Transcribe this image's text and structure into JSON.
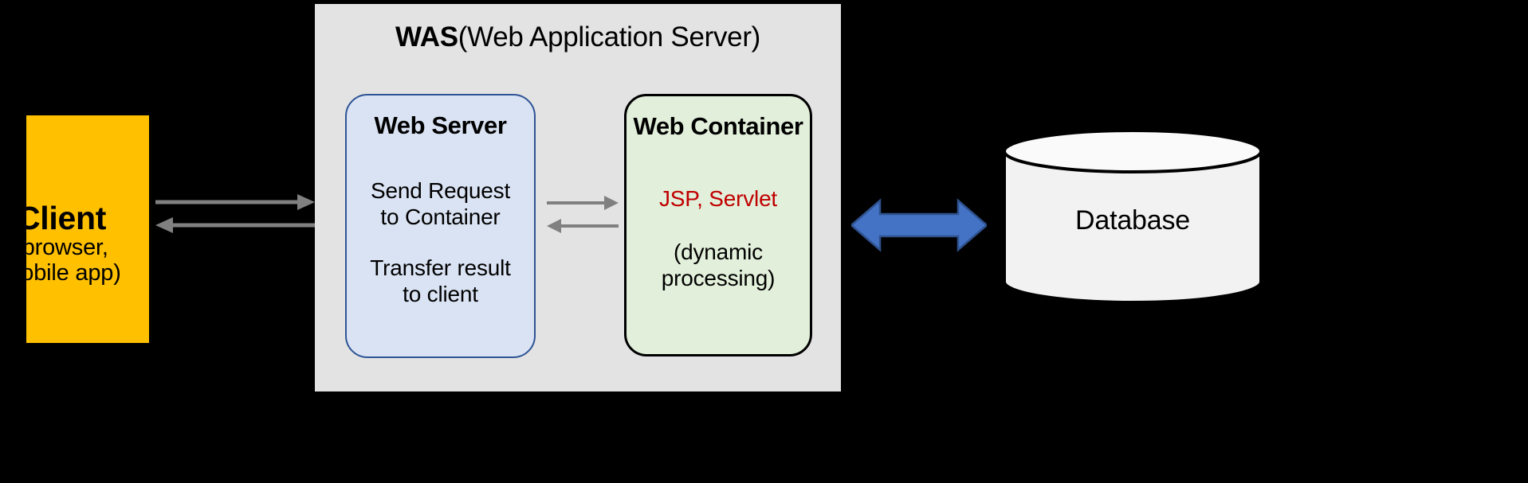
{
  "diagram": {
    "title_text": "WAS (Web Application Server)",
    "background_color": "#000000",
    "client": {
      "name": "Client",
      "subtitle_line1": "(browser,",
      "subtitle_line2": "Mobile app)",
      "fill_color": "#FFC000"
    },
    "was": {
      "title_bold": "WAS",
      "title_regular": "(Web Application Server)",
      "fill_color": "#E3E3E3"
    },
    "web_server": {
      "title": "Web Server",
      "line1": "Send Request",
      "line2": "to Container",
      "line3": "Transfer result",
      "line4": "to client",
      "fill_color": "#DAE3F3",
      "border_color": "#2E5496"
    },
    "web_container": {
      "title": "Web Container",
      "tech_line": "JSP, Servlet",
      "tech_color": "#C00000",
      "note_line1": "(dynamic",
      "note_line2": "processing)",
      "fill_color": "#E2EFDA",
      "border_color": "#000000"
    },
    "database": {
      "name": "Database",
      "fill_color": "#F2F2F2",
      "border_color": "#000000"
    },
    "connectors": {
      "client_to_was_request": "arrow-right",
      "was_to_client_response": "arrow-left",
      "server_to_container_request": "arrow-right",
      "container_to_server_response": "arrow-left",
      "container_to_database": "double-arrow",
      "gray_arrow_color": "#808080",
      "blue_arrow_color": "#4472C4",
      "blue_arrow_border": "#2F528F"
    }
  }
}
